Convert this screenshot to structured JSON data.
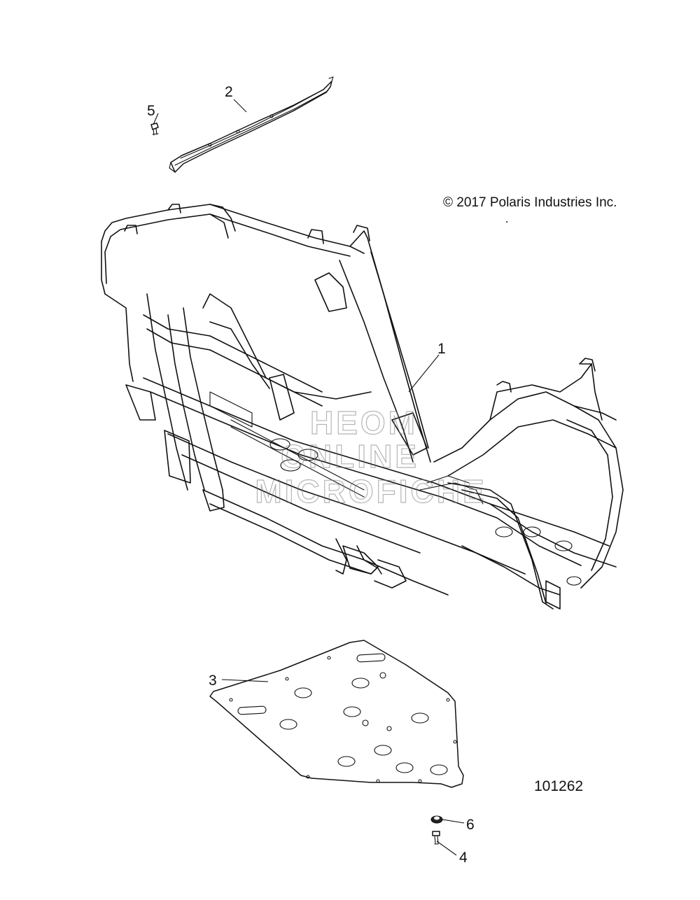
{
  "copyright": "© 2017 Polaris Industries Inc.",
  "figure_number": "101262",
  "watermark": [
    "HEOM",
    "ONLINE",
    "MICROFICHE"
  ],
  "callouts": [
    {
      "id": "1",
      "label": "1"
    },
    {
      "id": "2",
      "label": "2"
    },
    {
      "id": "3",
      "label": "3"
    },
    {
      "id": "4",
      "label": "4"
    },
    {
      "id": "5",
      "label": "5"
    },
    {
      "id": "6",
      "label": "6"
    }
  ]
}
